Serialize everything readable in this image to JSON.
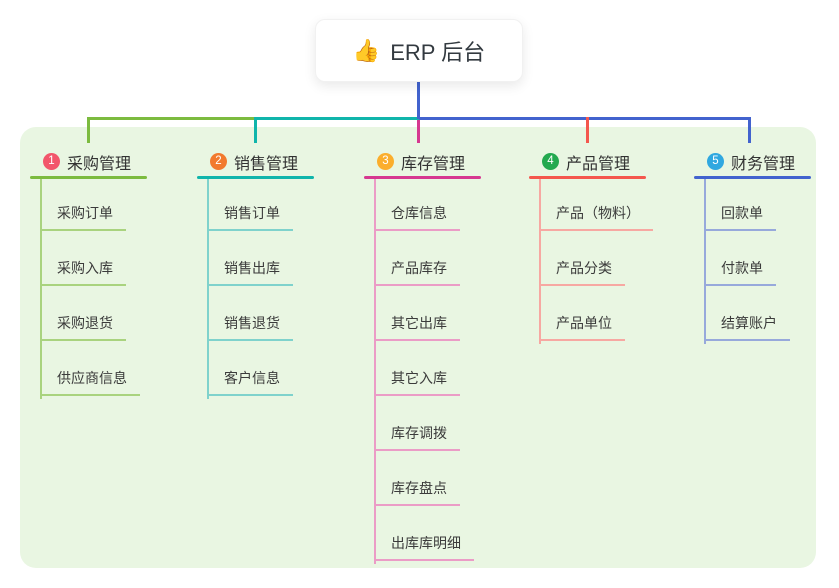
{
  "root": {
    "icon": "👍",
    "label": "ERP 后台"
  },
  "panel": {
    "background": "#e9f6e2"
  },
  "branches": [
    {
      "number": "1",
      "label": "采购管理",
      "colors": {
        "line": "#7cbb3f",
        "soft": "#a9d37e",
        "badge": "#f2566b"
      },
      "items": [
        "采购订单",
        "采购入库",
        "采购退货",
        "供应商信息"
      ]
    },
    {
      "number": "2",
      "label": "销售管理",
      "colors": {
        "line": "#10b5ab",
        "soft": "#7fd2cc",
        "badge": "#f27a2e"
      },
      "items": [
        "销售订单",
        "销售出库",
        "销售退货",
        "客户信息"
      ]
    },
    {
      "number": "3",
      "label": "库存管理",
      "colors": {
        "line": "#d63890",
        "soft": "#eb9cc6",
        "badge": "#fbae2c"
      },
      "items": [
        "仓库信息",
        "产品库存",
        "其它出库",
        "其它入库",
        "库存调拨",
        "库存盘点",
        "出库库明细"
      ]
    },
    {
      "number": "4",
      "label": "产品管理",
      "colors": {
        "line": "#f4574d",
        "soft": "#f7a8a2",
        "badge": "#23a94f"
      },
      "items": [
        "产品（物料）",
        "产品分类",
        "产品单位"
      ]
    },
    {
      "number": "5",
      "label": "财务管理",
      "colors": {
        "line": "#4263ce",
        "soft": "#97a9db",
        "badge": "#30a8e0"
      },
      "items": [
        "回款单",
        "付款单",
        "结算账户"
      ]
    }
  ]
}
